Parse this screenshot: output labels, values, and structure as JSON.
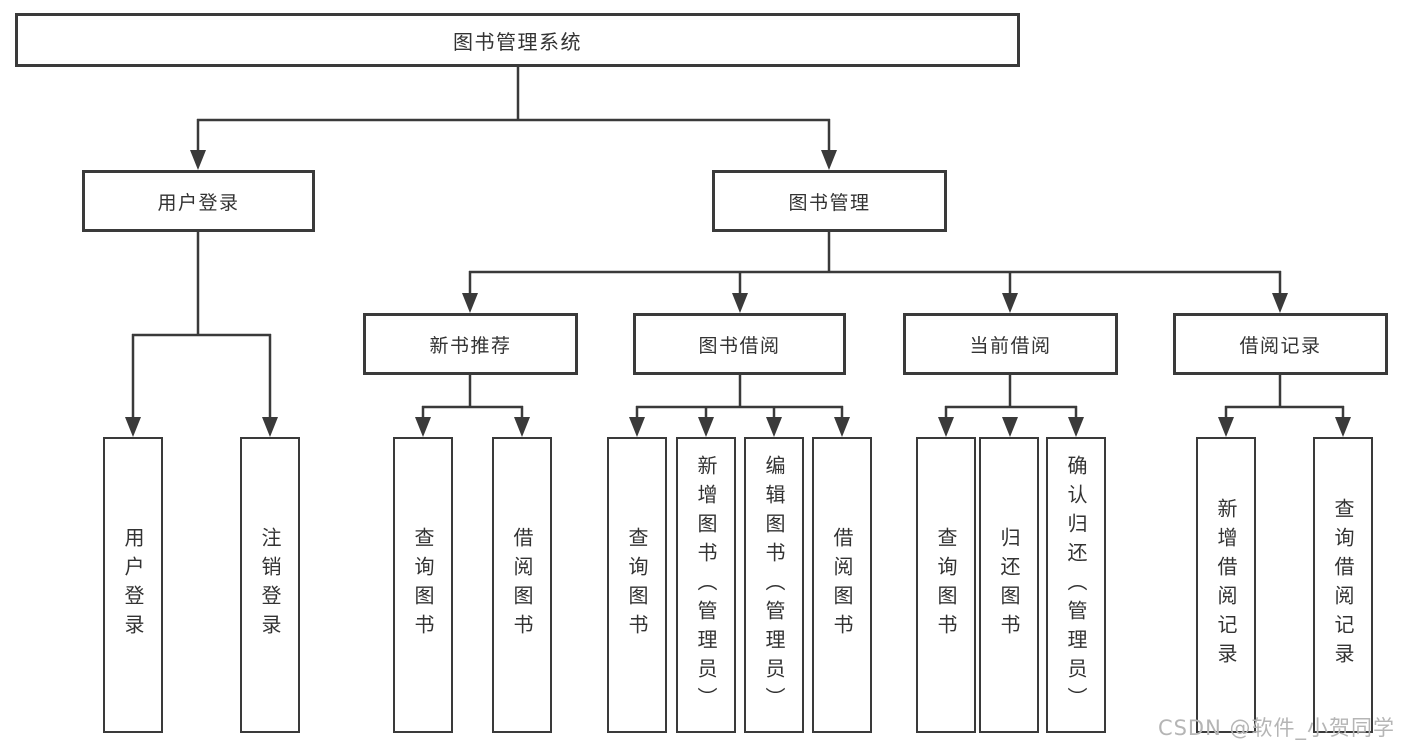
{
  "tree": {
    "label": "图书管理系统",
    "children": [
      {
        "label": "用户登录",
        "children": [
          {
            "label": "用户登录"
          },
          {
            "label": "注销登录"
          }
        ]
      },
      {
        "label": "图书管理",
        "children": [
          {
            "label": "新书推荐",
            "children": [
              {
                "label": "查询图书"
              },
              {
                "label": "借阅图书"
              }
            ]
          },
          {
            "label": "图书借阅",
            "children": [
              {
                "label": "查询图书"
              },
              {
                "label": "新增图书（管理员）"
              },
              {
                "label": "编辑图书（管理员）"
              },
              {
                "label": "借阅图书"
              }
            ]
          },
          {
            "label": "当前借阅",
            "children": [
              {
                "label": "查询图书"
              },
              {
                "label": "归还图书"
              },
              {
                "label": "确认归还（管理员）"
              }
            ]
          },
          {
            "label": "借阅记录",
            "children": [
              {
                "label": "新增借阅记录"
              },
              {
                "label": "查询借阅记录"
              }
            ]
          }
        ]
      }
    ]
  },
  "watermark": "CSDN @软件_小贺同学",
  "colors": {
    "line": "#3a3a3a",
    "box_border": "#3a3a3a",
    "text": "#333333",
    "background": "#ffffff",
    "watermark": "#b5b5b5"
  }
}
